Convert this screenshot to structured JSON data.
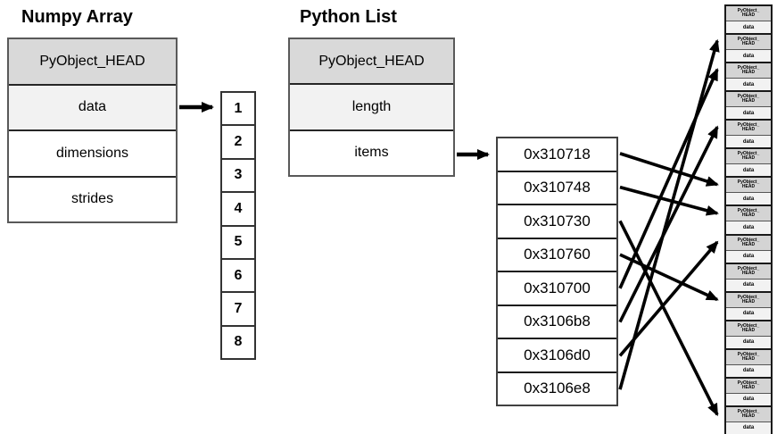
{
  "diagram": {
    "numpy": {
      "title": "Numpy Array",
      "rows": [
        {
          "label": "PyObject_HEAD",
          "shade": "dark"
        },
        {
          "label": "data",
          "shade": "light"
        },
        {
          "label": "dimensions",
          "shade": "white"
        },
        {
          "label": "strides",
          "shade": "white"
        }
      ]
    },
    "numpy_buffer": {
      "values": [
        "1",
        "2",
        "3",
        "4",
        "5",
        "6",
        "7",
        "8"
      ]
    },
    "python": {
      "title": "Python List",
      "rows": [
        {
          "label": "PyObject_HEAD",
          "shade": "dark"
        },
        {
          "label": "length",
          "shade": "light"
        },
        {
          "label": "items",
          "shade": "white"
        }
      ]
    },
    "pointers": {
      "addresses": [
        "0x310718",
        "0x310748",
        "0x310730",
        "0x310760",
        "0x310700",
        "0x3106b8",
        "0x3106d0",
        "0x3106e8"
      ],
      "target_slots": [
        7,
        8,
        15,
        11,
        3,
        5,
        9,
        2
      ]
    },
    "memory": {
      "slot_count": 15,
      "head_line1": "PyObject_",
      "head_line2": "HEAD",
      "data_label": "data"
    },
    "colors": {
      "header_fill": "#d9d9d9",
      "subheader_fill": "#f2f2f2",
      "cell_fill": "#ffffff",
      "border_dark": "#1a1a1a",
      "border_gray": "#595959",
      "arrow": "#000000"
    }
  }
}
